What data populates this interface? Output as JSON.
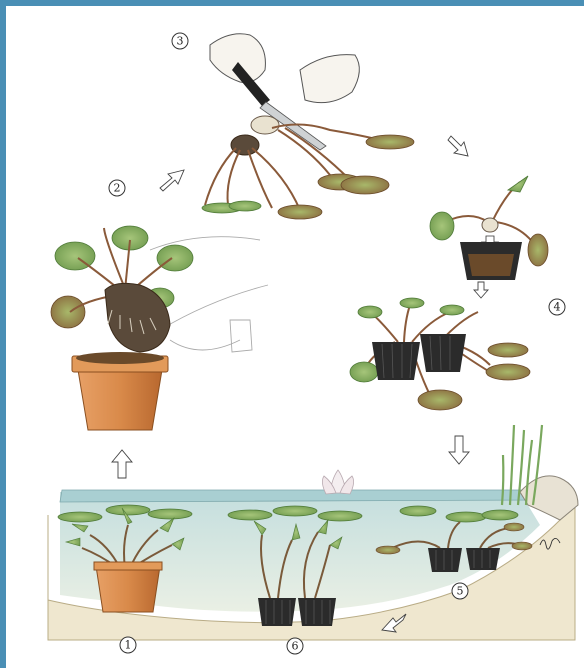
{
  "palette": {
    "frame": "#4a8fb5",
    "water_surface": "#a9cfd2",
    "water_body": "#d4e4d9",
    "soil": "#ece3c9",
    "lily_pad": "#7aa85e",
    "pot_terracotta": "#d98a4a",
    "basket": "#2b2b2b"
  },
  "steps": [
    {
      "id": "1",
      "label": "1"
    },
    {
      "id": "2",
      "label": "2"
    },
    {
      "id": "3",
      "label": "3"
    },
    {
      "id": "4",
      "label": "4"
    },
    {
      "id": "5",
      "label": "5"
    },
    {
      "id": "6",
      "label": "6"
    }
  ],
  "artist_signature": "signature"
}
